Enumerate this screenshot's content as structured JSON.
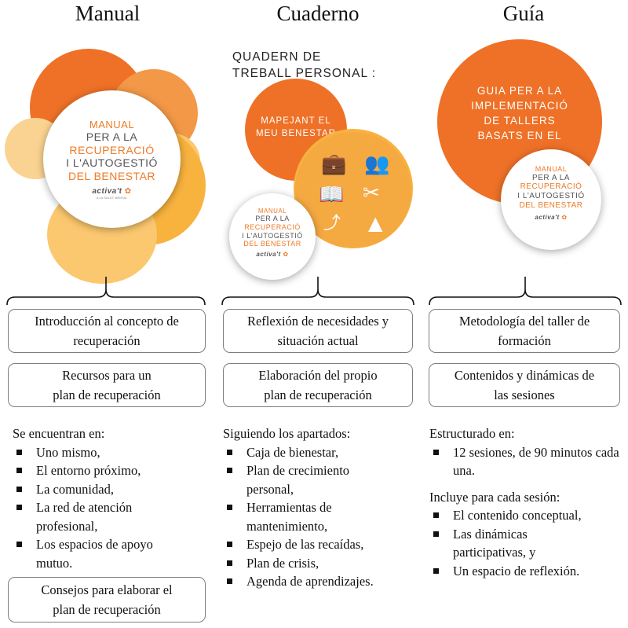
{
  "columns": [
    {
      "title": "Manual",
      "box1": [
        "Introducción al concepto de",
        "recuperación"
      ],
      "box2": [
        "Recursos para un",
        "plan de recuperación"
      ],
      "list_header": "Se encuentran en:",
      "items": [
        "Uno mismo,",
        "El entorno próximo,",
        "La comunidad,",
        "La red de atención profesional,",
        "Los espacios de apoyo mutuo."
      ],
      "box3": [
        "Consejos para elaborar el",
        "plan de recuperación"
      ]
    },
    {
      "title": "Cuaderno",
      "box1": [
        "Reflexión de necesidades y",
        "situación actual"
      ],
      "box2": [
        "Elaboración del propio",
        "plan de recuperación"
      ],
      "list_header": "Siguiendo los apartados:",
      "items": [
        "Caja de bienestar,",
        "Plan de crecimiento personal,",
        "Herramientas de mantenimiento,",
        "Espejo de las recaídas,",
        "Plan de crisis,",
        "Agenda de aprendizajes."
      ]
    },
    {
      "title": "Guía",
      "box1": [
        "Metodología del taller de",
        "formación"
      ],
      "box2": [
        "Contenidos y dinámicas de",
        "las sesiones"
      ],
      "list_header": "Estructurado en:",
      "items": [
        "12 sesiones, de 90 minutos cada una."
      ],
      "list_header2": "Incluye para cada sesión:",
      "items2": [
        "El contenido conceptual,",
        "Las dinámicas participativas, y",
        "Un espacio de reflexión."
      ]
    }
  ],
  "covers": {
    "manual": {
      "lines": [
        "MANUAL",
        "PER A LA",
        "RECUPERACIÓ",
        "I L'AUTOGESTIÓ",
        "DEL BENESTAR"
      ],
      "logo": "activa't",
      "logo_sub": "A LA SALUT MENTAL"
    },
    "cuaderno": {
      "heading": [
        "QUADERN DE",
        "TREBALL PERSONAL :"
      ],
      "bubble": [
        "MAPEJANT EL",
        "MEU BENESTAR"
      ],
      "small_lines": [
        "MANUAL",
        "PER A LA",
        "RECUPERACIÓ",
        "I L'AUTOGESTIÓ",
        "DEL BENESTAR"
      ],
      "logo": "activa't"
    },
    "guia": {
      "bubble": [
        "GUIA PER A LA",
        "IMPLEMENTACIÓ",
        "DE TALLERS",
        "BASATS EN EL"
      ],
      "small_lines": [
        "MANUAL",
        "PER A LA",
        "RECUPERACIÓ",
        "I L'AUTOGESTIÓ",
        "DEL BENESTAR"
      ],
      "logo": "activa't"
    }
  },
  "colors": {
    "orange_dark": "#ee7127",
    "orange_mid": "#f29847",
    "yellow": "#f8b23e",
    "box_border": "#7d7d7d"
  },
  "icons": [
    "briefcase-icon",
    "people-icon",
    "open-book-icon",
    "tools-icon",
    "chart-icon",
    "traffic-cone-icon"
  ]
}
